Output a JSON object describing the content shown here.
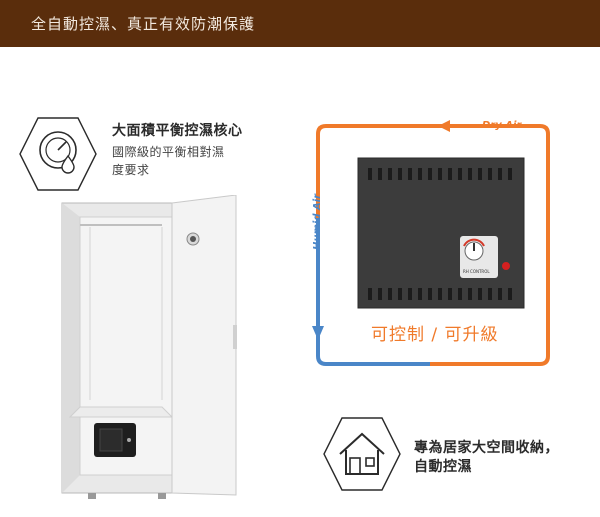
{
  "header": {
    "title": "全自動控濕、真正有效防潮保護"
  },
  "feature1": {
    "title": "大面積平衡控濕核心",
    "desc_line1": "國際級的平衡相對濕",
    "desc_line2": "度要求",
    "icon": "humidity-gauge-icon"
  },
  "feature2": {
    "line1": "專為居家大空間收納，",
    "line2": "自動控濕",
    "icon": "house-icon"
  },
  "diagram": {
    "dry_air": "Dry Air",
    "humid_air": "Humid Air",
    "caption": "可控制 / 可升級",
    "device_label": "RH CONTROL"
  },
  "colors": {
    "brand": "#5a2d0c",
    "dry": "#f07a2a",
    "humid": "#4a86c8"
  }
}
